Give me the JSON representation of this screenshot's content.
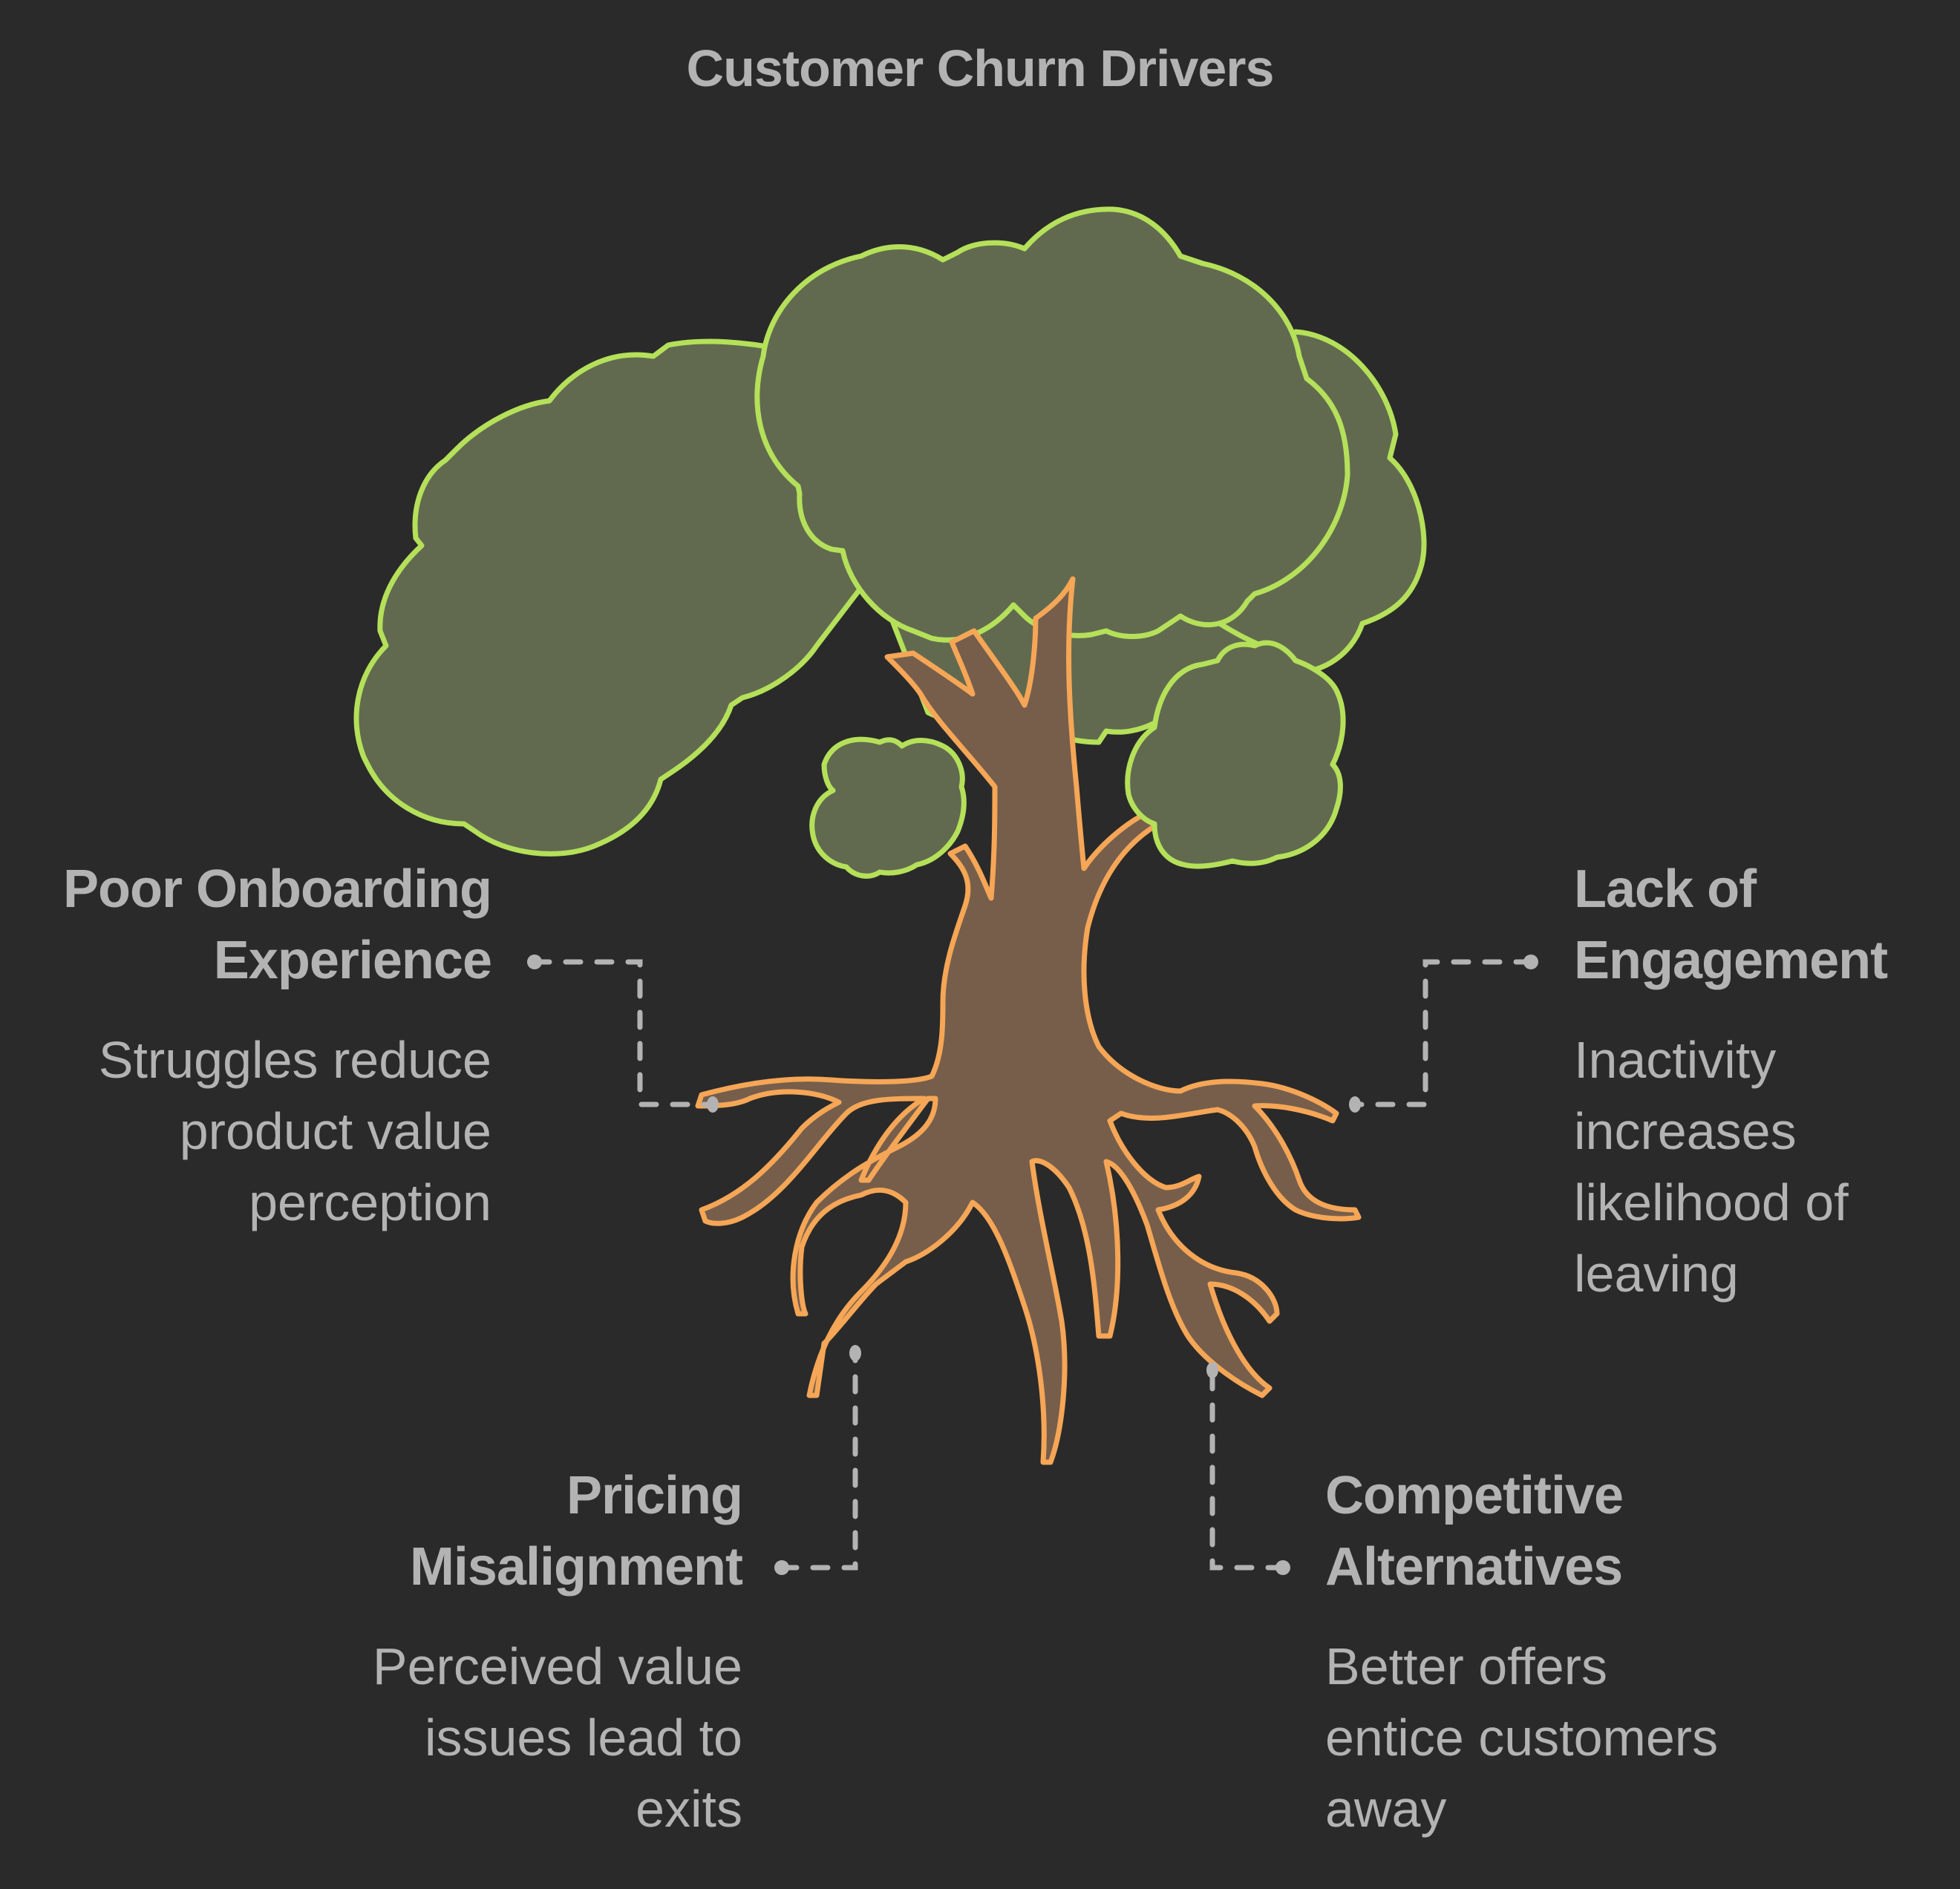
{
  "title": "Customer Churn Drivers",
  "colors": {
    "background": "#2a2a2a",
    "text": "#b3b3b3",
    "canopy_fill": "#616a4f",
    "canopy_stroke": "#b5e05a",
    "trunk_fill": "#765e4b",
    "trunk_stroke": "#f5a656",
    "connector": "#b3b3b3"
  },
  "illustration": "tree-with-roots",
  "drivers": [
    {
      "id": "onboarding",
      "title_lines": [
        "Poor Onboarding",
        "Experience"
      ],
      "description_lines": [
        "Struggles reduce",
        "product value",
        "perception"
      ],
      "anchor": "left-root"
    },
    {
      "id": "engagement",
      "title_lines": [
        "Lack of",
        "Engagement"
      ],
      "description_lines": [
        "Inactivity",
        "increases",
        "likelihood of",
        "leaving"
      ],
      "anchor": "right-root"
    },
    {
      "id": "pricing",
      "title_lines": [
        "Pricing",
        "Misalignment"
      ],
      "description_lines": [
        "Perceived value",
        "issues lead to",
        "exits"
      ],
      "anchor": "lower-left-root"
    },
    {
      "id": "competitive",
      "title_lines": [
        "Competitive",
        "Alternatives"
      ],
      "description_lines": [
        "Better offers",
        "entice customers",
        "away"
      ],
      "anchor": "lower-right-root"
    }
  ]
}
